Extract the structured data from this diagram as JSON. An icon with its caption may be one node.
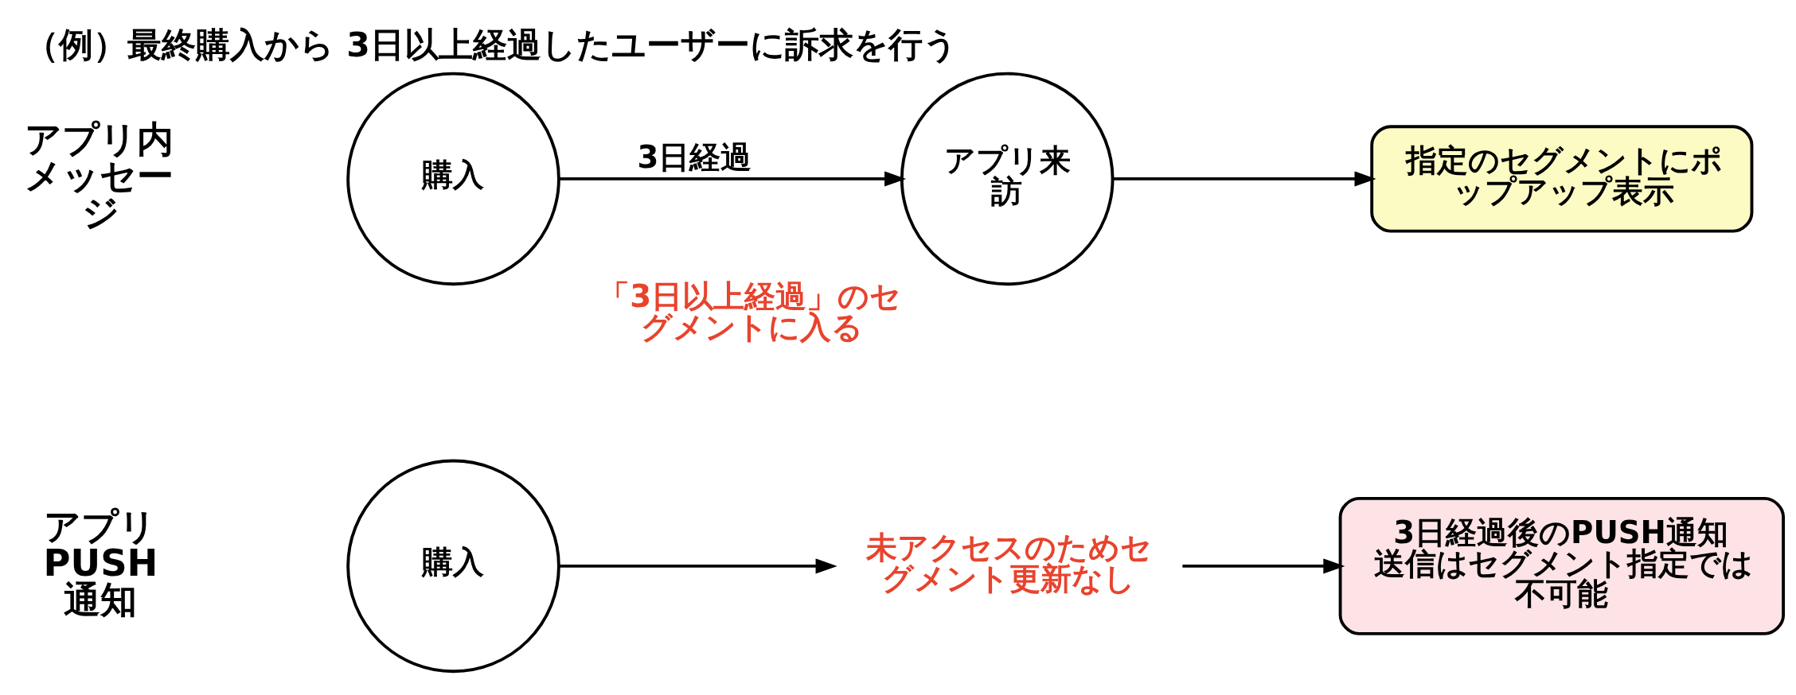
{
  "diagram": {
    "title": "（例）最終購入から 3日以上経過したユーザーに訴求を行う",
    "nodes": [
      {
        "text": [
          "購入"
        ]
      },
      {
        "text": [
          "アプリ来訪"
        ],
        "beside": [
          "「3日以上経過」のセグメントに入る"
        ]
      },
      {
        "text": [
          "指定のセグメントにポップアップ表示"
        ]
      },
      {
        "text": [
          "購入"
        ]
      },
      {
        "text": [
          "未アクセスのためセグメント更新なし"
        ]
      },
      {
        "text": [
          "3日経過後のPUSH通知送信はセグメント指定では不可能"
        ]
      }
    ],
    "edges": [
      {
        "from": 0,
        "to": 1,
        "arrow": "to",
        "label": "3日経過"
      },
      {
        "from": 1,
        "to": 2,
        "arrow": "to"
      },
      {
        "from": 3,
        "to": 4,
        "arrow": "to"
      },
      {
        "from": 4,
        "to": 5,
        "arrow": "to"
      }
    ],
    "labels": [
      "アプリ内メッセージ",
      "アプリPUSH通知"
    ]
  }
}
